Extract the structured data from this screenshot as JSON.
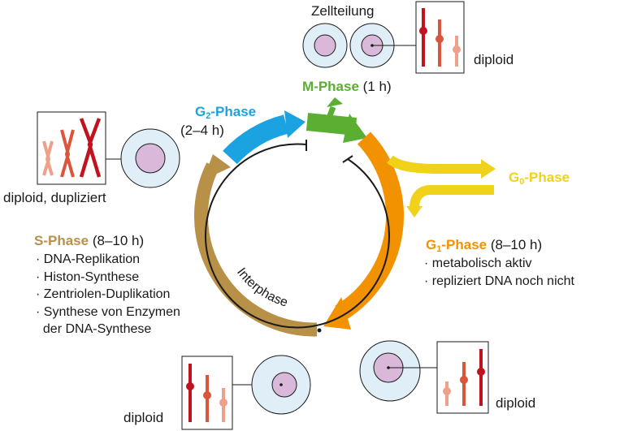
{
  "colors": {
    "m_phase": "#5aae32",
    "g1_phase": "#f39200",
    "g0_phase": "#f0d21a",
    "s_phase": "#b89048",
    "g2_phase": "#1aa3e0",
    "chromosome_dark": "#c1131f",
    "chromosome_mid": "#d9553c",
    "chromosome_light": "#eea08a",
    "nucleus": "#d9b8d9",
    "cell": "#dfeef7"
  },
  "top": {
    "title": "Zellteilung",
    "ploidy": "diploid"
  },
  "m_phase": {
    "name": "M-Phase",
    "duration": "(1 h)"
  },
  "g2_phase": {
    "name_prefix": "G",
    "name_sub": "2",
    "name_suffix": "-Phase",
    "duration": "(2–4 h)"
  },
  "g0_phase": {
    "name_prefix": "G",
    "name_sub": "0",
    "name_suffix": "-Phase"
  },
  "g1_phase": {
    "name_prefix": "G",
    "name_sub": "1",
    "name_suffix": "-Phase",
    "duration": "(8–10 h)",
    "items": [
      "metabolisch aktiv",
      "repliziert DNA noch nicht"
    ]
  },
  "s_phase": {
    "name": "S-Phase",
    "duration": "(8–10 h)",
    "items": [
      "DNA-Replikation",
      "Histon-Synthese",
      "Zentriolen-Duplikation",
      "Synthese von Enzymen"
    ],
    "item_continuation": "der DNA-Synthese"
  },
  "left_box": {
    "ploidy": "diploid, dupliziert"
  },
  "bottom_left": {
    "ploidy": "diploid"
  },
  "bottom_right": {
    "ploidy": "diploid"
  },
  "interphase": {
    "label": "Interphase"
  }
}
